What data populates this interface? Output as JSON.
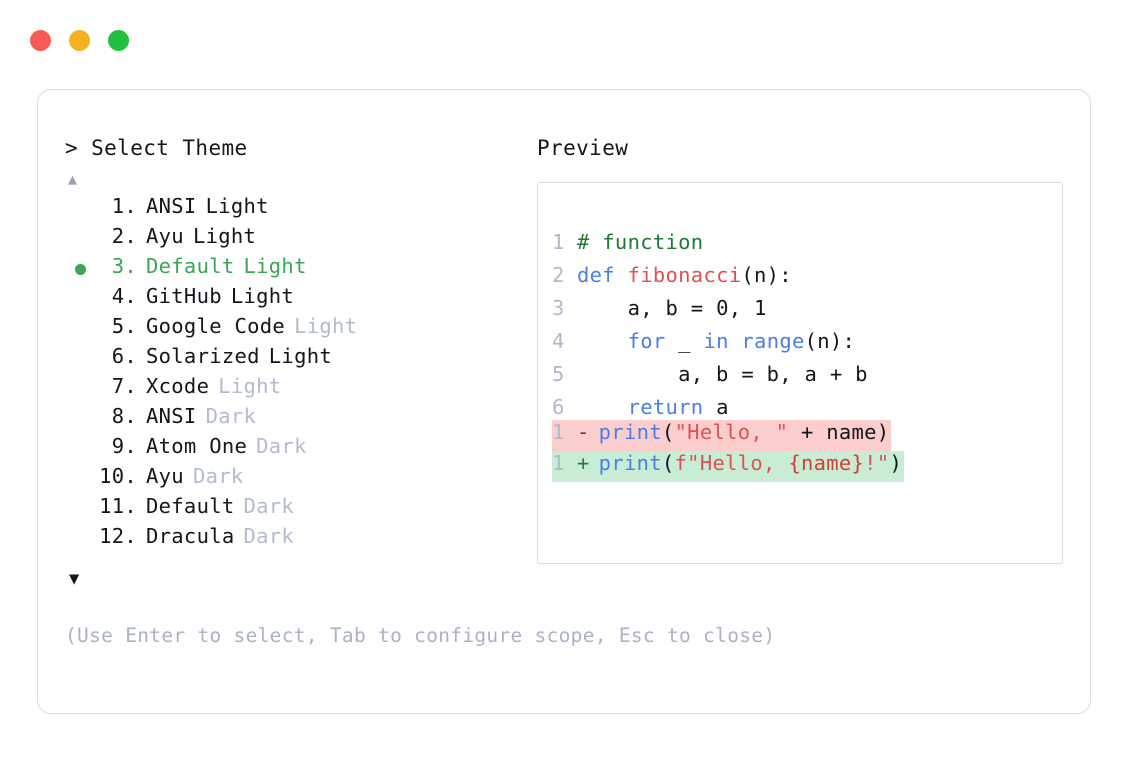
{
  "titlebar": {
    "dots": [
      {
        "name": "close",
        "color": "#f65b55"
      },
      {
        "name": "minimize",
        "color": "#f5b120"
      },
      {
        "name": "maximize",
        "color": "#23bf3d"
      }
    ]
  },
  "left_pane": {
    "prompt": "> Select Theme",
    "scroll_up": "▲",
    "scroll_down": "▼",
    "selected_index": 3,
    "accent_color": "#3aa655",
    "themes": [
      {
        "num": "1.",
        "name": "ANSI",
        "variant": "Light",
        "variant_muted": false,
        "selected": false
      },
      {
        "num": "2.",
        "name": "Ayu",
        "variant": "Light",
        "variant_muted": false,
        "selected": false
      },
      {
        "num": "3.",
        "name": "Default",
        "variant": "Light",
        "variant_muted": false,
        "selected": true
      },
      {
        "num": "4.",
        "name": "GitHub",
        "variant": "Light",
        "variant_muted": false,
        "selected": false
      },
      {
        "num": "5.",
        "name": "Google Code",
        "variant": "Light",
        "variant_muted": true,
        "selected": false
      },
      {
        "num": "6.",
        "name": "Solarized",
        "variant": "Light",
        "variant_muted": false,
        "selected": false
      },
      {
        "num": "7.",
        "name": "Xcode",
        "variant": "Light",
        "variant_muted": true,
        "selected": false
      },
      {
        "num": "8.",
        "name": "ANSI",
        "variant": "Dark",
        "variant_muted": true,
        "selected": false
      },
      {
        "num": "9.",
        "name": "Atom One",
        "variant": "Dark",
        "variant_muted": true,
        "selected": false
      },
      {
        "num": "10.",
        "name": "Ayu",
        "variant": "Dark",
        "variant_muted": true,
        "selected": false
      },
      {
        "num": "11.",
        "name": "Default",
        "variant": "Dark",
        "variant_muted": true,
        "selected": false
      },
      {
        "num": "12.",
        "name": "Dracula",
        "variant": "Dark",
        "variant_muted": true,
        "selected": false
      }
    ],
    "hint": "(Use Enter to select, Tab to configure scope, Esc to close)"
  },
  "right_pane": {
    "label": "Preview",
    "code_lines": [
      {
        "ln": "1",
        "tokens": [
          {
            "t": "# function",
            "c": "comment"
          }
        ]
      },
      {
        "ln": "2",
        "tokens": [
          {
            "t": "def ",
            "c": "kw"
          },
          {
            "t": "fibonacci",
            "c": "fn"
          },
          {
            "t": "(n):",
            "c": "plain"
          }
        ]
      },
      {
        "ln": "3",
        "tokens": [
          {
            "t": "    a, b = ",
            "c": "plain"
          },
          {
            "t": "0",
            "c": "num"
          },
          {
            "t": ", ",
            "c": "plain"
          },
          {
            "t": "1",
            "c": "num"
          }
        ]
      },
      {
        "ln": "4",
        "tokens": [
          {
            "t": "    ",
            "c": "plain"
          },
          {
            "t": "for",
            "c": "kw"
          },
          {
            "t": " _ ",
            "c": "plain"
          },
          {
            "t": "in",
            "c": "kw"
          },
          {
            "t": " ",
            "c": "plain"
          },
          {
            "t": "range",
            "c": "kw"
          },
          {
            "t": "(n):",
            "c": "plain"
          }
        ]
      },
      {
        "ln": "5",
        "tokens": [
          {
            "t": "        a, b = b, a + b",
            "c": "plain"
          }
        ]
      },
      {
        "ln": "6",
        "tokens": [
          {
            "t": "    ",
            "c": "plain"
          },
          {
            "t": "return",
            "c": "kw"
          },
          {
            "t": " a",
            "c": "plain"
          }
        ]
      }
    ],
    "diff_lines": [
      {
        "ln": "1",
        "marker": "-",
        "type": "del",
        "tokens": [
          {
            "t": "print",
            "c": "kw"
          },
          {
            "t": "(",
            "c": "plain"
          },
          {
            "t": "\"Hello, \"",
            "c": "str"
          },
          {
            "t": " + name)",
            "c": "plain"
          }
        ]
      },
      {
        "ln": "1",
        "marker": "+",
        "type": "add",
        "tokens": [
          {
            "t": "print",
            "c": "kw"
          },
          {
            "t": "(",
            "c": "plain"
          },
          {
            "t": "f\"Hello, ",
            "c": "str"
          },
          {
            "t": "{name}",
            "c": "interp"
          },
          {
            "t": "!\"",
            "c": "str"
          },
          {
            "t": ")",
            "c": "plain"
          }
        ]
      }
    ],
    "diff_colors": {
      "deleted_bg": "#fbcdcd",
      "added_bg": "#c9ecd4"
    }
  }
}
